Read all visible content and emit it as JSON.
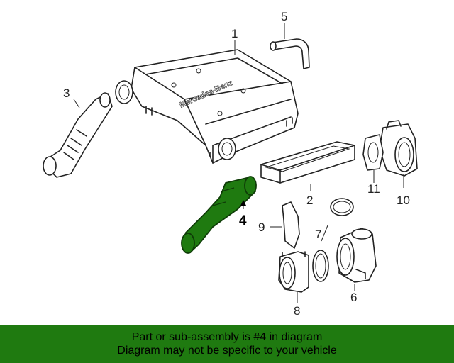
{
  "diagram": {
    "callouts": [
      {
        "number": "1"
      },
      {
        "number": "2"
      },
      {
        "number": "3"
      },
      {
        "number": "4"
      },
      {
        "number": "5"
      },
      {
        "number": "6"
      },
      {
        "number": "7"
      },
      {
        "number": "8"
      },
      {
        "number": "9"
      },
      {
        "number": "10"
      },
      {
        "number": "11"
      }
    ],
    "engraving": "Mercedes-Benz",
    "highlight_color": "#1f7a10"
  },
  "banner": {
    "line1": "Part or sub-assembly is #4 in diagram",
    "line2": "Diagram may not be specific to your vehicle",
    "background_color": "#1f7a10"
  }
}
